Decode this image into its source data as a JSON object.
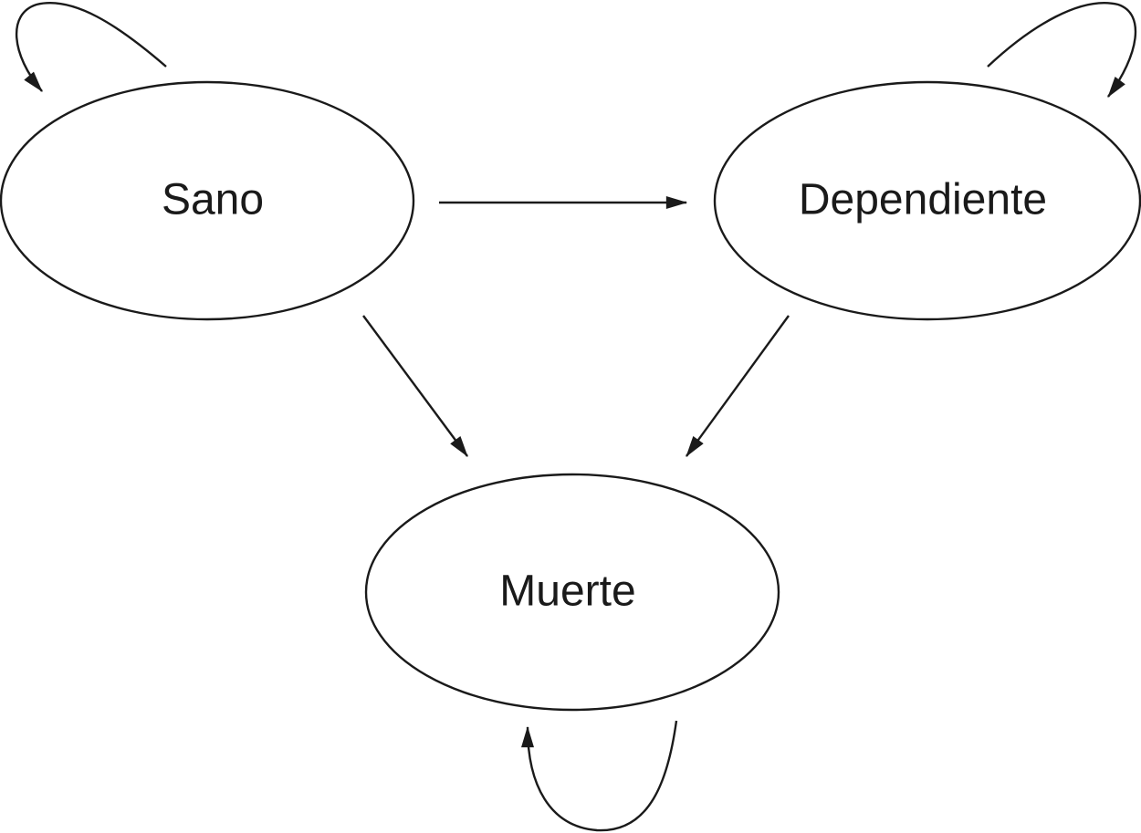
{
  "diagram": {
    "type": "state-transition",
    "nodes": {
      "sano": {
        "label": "Sano"
      },
      "dependiente": {
        "label": "Dependiente"
      },
      "muerte": {
        "label": "Muerte"
      }
    },
    "edges": [
      {
        "from": "Sano",
        "to": "Sano"
      },
      {
        "from": "Sano",
        "to": "Dependiente"
      },
      {
        "from": "Sano",
        "to": "Muerte"
      },
      {
        "from": "Dependiente",
        "to": "Dependiente"
      },
      {
        "from": "Dependiente",
        "to": "Muerte"
      },
      {
        "from": "Muerte",
        "to": "Muerte"
      }
    ],
    "colors": {
      "stroke": "#1a1a1a",
      "background": "#ffffff"
    }
  }
}
